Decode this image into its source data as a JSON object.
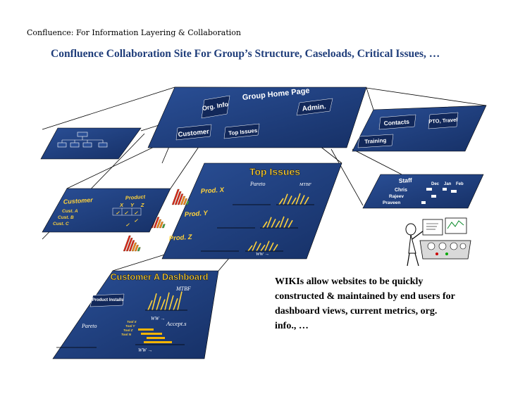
{
  "header": "Confluence: For Information Layering & Collaboration",
  "title": "Confluence Collaboration Site For Group’s Structure, Caseloads, Critical Issues, …",
  "wiki_text": "WIKIs allow websites to be quickly constructed & maintained by end users for dashboard views, current metrics, org. info., …",
  "group_home": {
    "title": "Group Home Page",
    "org_info": "Org. Info",
    "admin": "Admin.",
    "customer": "Customer",
    "top_issues": "Top Issues"
  },
  "contacts_panel": {
    "contacts": "Contacts",
    "pto": "PTO, Travel",
    "training": "Training"
  },
  "top_issues_panel": {
    "title": "Top Issues",
    "pareto": "Pareto",
    "mtbf": "MTBF",
    "prod_x": "Prod. X",
    "prod_y": "Prod. Y",
    "prod_z": "Prod. Z",
    "ww": "WW →"
  },
  "customer_panel": {
    "title": "Customer",
    "product": "Product",
    "xyz": "X Y Z",
    "cust_a": "Cust. A",
    "cust_b": "Cust. B",
    "cust_c": "Cust. C"
  },
  "staff_panel": {
    "title": "Staff",
    "chris": "Chris",
    "rajeev": "Rajeev",
    "praveen": "Praveen",
    "dec": "Dec",
    "jan": "Jan",
    "feb": "Feb"
  },
  "dashboard_panel": {
    "title": "Customer A Dashboard",
    "mtbf": "MTBF",
    "product_installs": "Product Installs",
    "pareto": "Pareto",
    "ww1": "WW →",
    "ww2": "WW →",
    "accepts": "Accept.s",
    "legend": [
      "Tool X",
      "Tool Y",
      "Tool Z",
      "Tool N"
    ]
  },
  "colors": {
    "panel": "#1f3e7e",
    "panel_dark": "#12285a",
    "accent_yellow": "#ffd23a",
    "bar_red": "#d9261c",
    "bar_orange": "#f08a1c",
    "bar_green": "#2fa84a"
  }
}
